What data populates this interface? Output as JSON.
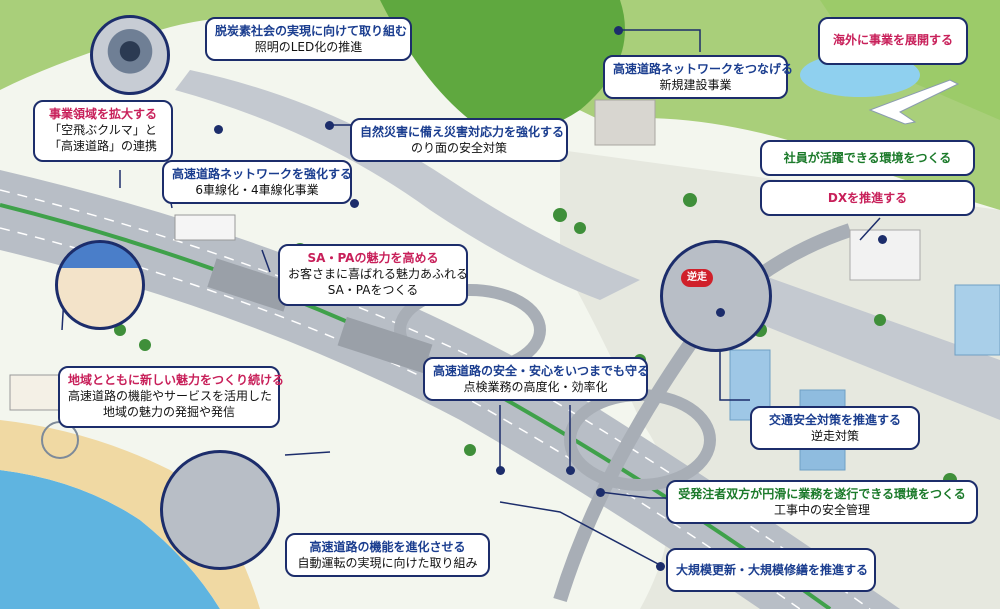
{
  "callouts": {
    "led": {
      "title": "脱炭素社会の実現に向けて取り組む",
      "sub": "照明のLED化の推進"
    },
    "network_connect": {
      "title": "高速道路ネットワークをつなげる",
      "sub": "新規建設事業"
    },
    "overseas": {
      "title": "海外に事業を展開する"
    },
    "expand": {
      "title": "事業領域を拡大する",
      "sub1": "「空飛ぶクルマ」と",
      "sub2": "「高速道路」の連携"
    },
    "disaster": {
      "title": "自然災害に備え災害対応力を強化する",
      "sub": "のり面の安全対策"
    },
    "employees": {
      "title": "社員が活躍できる環境をつくる"
    },
    "dx": {
      "title": "DXを推進する"
    },
    "network_strengthen": {
      "title": "高速道路ネットワークを強化する",
      "sub": "6車線化・4車線化事業"
    },
    "sapa": {
      "title": "SA・PAの魅力を高める",
      "sub1": "お客さまに喜ばれる魅力あふれる",
      "sub2": "SA・PAをつくる"
    },
    "safety": {
      "title": "高速道路の安全・安心をいつまでも守る",
      "sub": "点検業務の高度化・効率化"
    },
    "community": {
      "title": "地域とともに新しい魅力をつくり続ける",
      "sub1": "高速道路の機能やサービスを活用した",
      "sub2": "地域の魅力の発掘や発信"
    },
    "traffic_safety": {
      "title": "交通安全対策を推進する",
      "sub": "逆走対策"
    },
    "contractors": {
      "title": "受発注者双方が円滑に業務を遂行できる環境をつくる",
      "sub": "工事中の安全管理"
    },
    "evolve": {
      "title": "高速道路の機能を進化させる",
      "sub": "自動運転の実現に向けた取り組み"
    },
    "renewal": {
      "title": "大規模更新・大規模修繕を推進する"
    }
  },
  "badge": {
    "wrong_way": "逆走"
  },
  "colors": {
    "navy": "#1c2d6b",
    "title_blue": "#1a3d8f",
    "pink": "#c8205a",
    "green": "#1b7a2a",
    "road": "#b8bec6",
    "grass": "#7dbf4a",
    "sea": "#5fb4e0"
  }
}
